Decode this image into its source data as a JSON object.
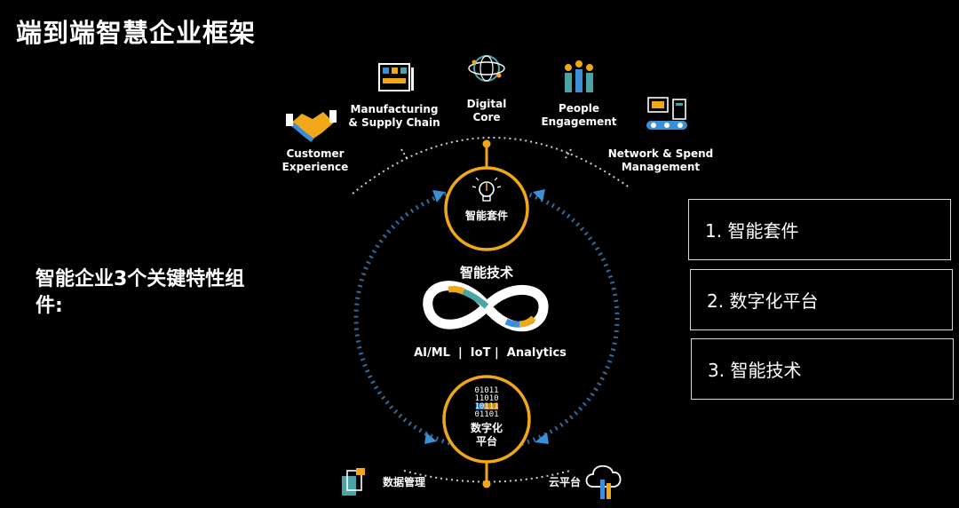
{
  "title": "端到端智慧企业框架",
  "subtitle": "智能企业3个关键特性组件:",
  "top_items": [
    {
      "label": "Customer\nExperience",
      "icon": "handshake-icon"
    },
    {
      "label": "Manufacturing\n& Supply Chain",
      "icon": "factory-icon"
    },
    {
      "label": "Digital\nCore",
      "icon": "globe-network-icon"
    },
    {
      "label": "People\nEngagement",
      "icon": "people-icon"
    },
    {
      "label": "Network & Spend\nManagement",
      "icon": "conveyor-icon"
    }
  ],
  "center": {
    "top_node": "智能套件",
    "tech_title": "智能技术",
    "tech_sub": "AI/ML  |  IoT |  Analytics",
    "bottom_node": "数字化\n平台",
    "binary_text": "01011\n11010\n10111\n01101"
  },
  "bottom_items": [
    {
      "label": "数据管理",
      "icon": "data-management-icon"
    },
    {
      "label": "云平台",
      "icon": "cloud-icon"
    }
  ],
  "list_boxes": [
    "1. 智能套件",
    "2. 数字化平台",
    "3. 智能技术"
  ],
  "colors": {
    "accent": "#f0a818",
    "dots": "#2f6d9e",
    "arc": "#cfcfcf",
    "blue": "#3a8fd6",
    "teal": "#4aa3a6"
  }
}
